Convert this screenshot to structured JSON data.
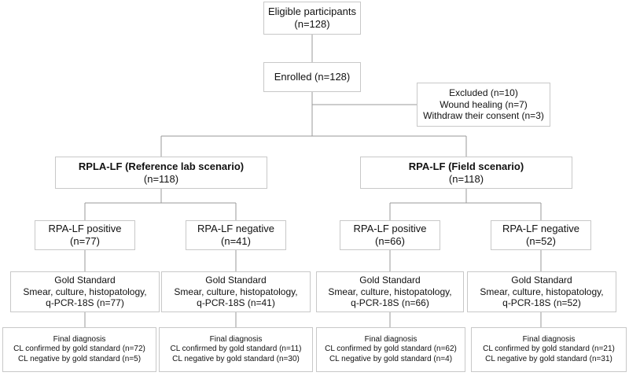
{
  "flow": {
    "eligible": {
      "title": "Eligible participants",
      "n": "(n=128)"
    },
    "enrolled": {
      "title": "Enrolled (n=128)"
    },
    "excluded": {
      "title": "Excluded (n=10)",
      "reason1": "Wound healing (n=7)",
      "reason2": "Withdraw their consent (n=3)"
    },
    "arms": [
      {
        "title": "RPLA-LF (Reference lab scenario)",
        "n": "(n=118)",
        "groups": [
          {
            "label": "RPA-LF positive",
            "n": "(n=77)",
            "gold": {
              "title": "Gold Standard",
              "line1": "Smear, culture, histopatology,",
              "line2": "q-PCR-18S (n=77)"
            },
            "final": {
              "title": "Final diagnosis",
              "line1": "CL  confirmed by  gold standard (n=72)",
              "line2": "CL negative by  gold standard (n=5)"
            }
          },
          {
            "label": "RPA-LF negative",
            "n": "(n=41)",
            "gold": {
              "title": "Gold Standard",
              "line1": "Smear, culture, histopatology,",
              "line2": "q-PCR-18S (n=41)"
            },
            "final": {
              "title": "Final diagnosis",
              "line1": "CL  confirmed by gold standard (n=11)",
              "line2": "CL  negative by gold standard (n=30)"
            }
          }
        ]
      },
      {
        "title": "RPA-LF (Field scenario)",
        "n": "(n=118)",
        "groups": [
          {
            "label": "RPA-LF positive",
            "n": "(n=66)",
            "gold": {
              "title": "Gold Standard",
              "line1": "Smear, culture, histopatology,",
              "line2": "q-PCR-18S (n=66)"
            },
            "final": {
              "title": "Final diagnosis",
              "line1": "CL  confirmed by gold standard (n=62)",
              "line2": "CL  negative by gold standard (n=4)"
            }
          },
          {
            "label": "RPA-LF negative",
            "n": "(n=52)",
            "gold": {
              "title": "Gold Standard",
              "line1": "Smear, culture, histopatology,",
              "line2": "q-PCR-18S (n=52)"
            },
            "final": {
              "title": "Final diagnosis",
              "line1": "CL  confirmed by gold standard (n=21)",
              "line2": "CL  negative by  gold  standard (n=31)"
            }
          }
        ]
      }
    ]
  }
}
